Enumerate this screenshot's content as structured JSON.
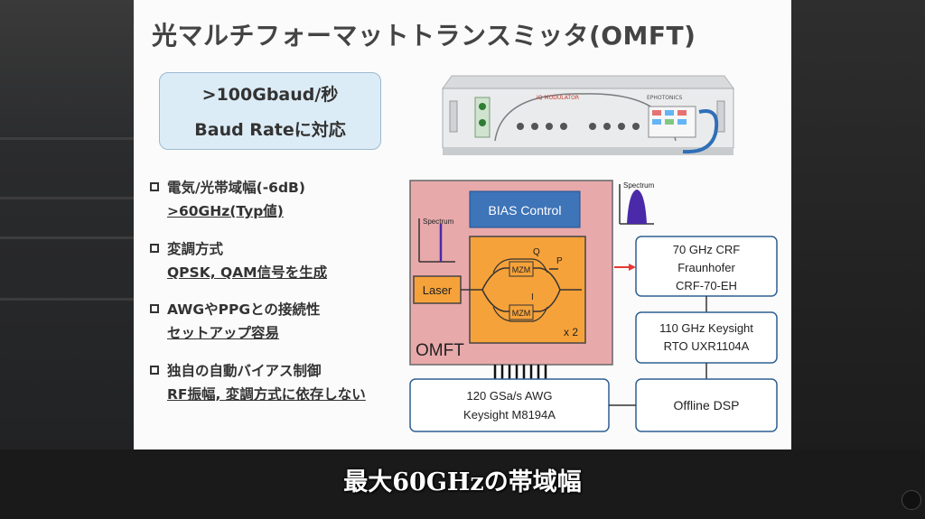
{
  "slide": {
    "title": "光マルチフォーマットトランスミッタ(OMFT)",
    "baud": {
      "line1": ">100Gbaud/秒",
      "line2": "Baud Rateに対応"
    },
    "bullets": [
      {
        "head": "電気/光帯域幅(-6dB)",
        "sub": ">60GHz(Typ値)"
      },
      {
        "head": "変調方式",
        "sub": "QPSK, QAM信号を生成"
      },
      {
        "head": "AWGやPPGとの接続性",
        "sub": "セットアップ容易"
      },
      {
        "head": "独自の自動バイアス制御",
        "sub": "RF振幅, 変調方式に依存しない"
      }
    ],
    "device": {
      "brand_left": "IQ MODULATOR",
      "brand_right": "EPHOTONICS"
    },
    "diagram": {
      "bias_control": "BIAS Control",
      "spectrum": "Spectrum",
      "laser": "Laser",
      "mzm": "MZM",
      "q_label": "Q",
      "i_label": "I",
      "p_label": "P",
      "x2": "x 2",
      "omft": "OMFT",
      "crf": [
        "70 GHz CRF",
        "Fraunhofer",
        "CRF-70-EH"
      ],
      "keysight": [
        "110 GHz Keysight",
        "RTO UXR1104A"
      ],
      "dsp": "Offline DSP",
      "awg": [
        "120 GSa/s AWG",
        "Keysight M8194A"
      ]
    }
  },
  "caption": "最大60GHzの帯域幅",
  "colors": {
    "omft_fill": "#e8a9ab",
    "orange": "#f6a23a",
    "blue": "#3e74b8",
    "arrow_red": "#e53935"
  }
}
